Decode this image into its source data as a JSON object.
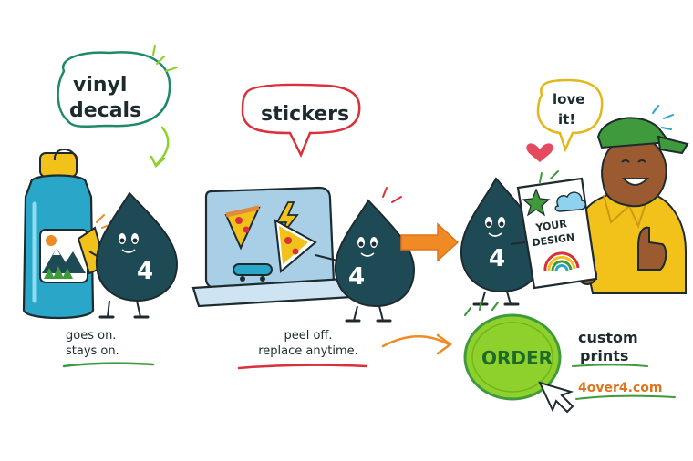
{
  "bubbles": {
    "vinyl_line1": "vinyl",
    "vinyl_line2": "decals",
    "stickers": "stickers",
    "love_line1": "love",
    "love_line2": "it!"
  },
  "mascot": {
    "number": "4"
  },
  "sign": {
    "line1": "YOUR",
    "line2": "DESIGN"
  },
  "captions": {
    "vinyl_line1": "goes on.",
    "vinyl_line2": "stays on.",
    "stickers_line1": "peel off.",
    "stickers_line2": "replace anytime."
  },
  "cta": {
    "button": "ORDER",
    "line1": "custom",
    "line2": "prints",
    "url": "4over4.com"
  },
  "colors": {
    "mascot": "#1e4a56",
    "vinyl_bubble": "#1e8a6a",
    "stickers_bubble": "#d9303a",
    "love_bubble": "#e0b81c",
    "order_button": "#8ed12c",
    "arrow": "#f08a24",
    "bottle": "#2aa6c8",
    "laptop": "#a9cfe6",
    "hoodie": "#f2c21b",
    "cap": "#3f9a3c",
    "url": "#e0731e"
  }
}
